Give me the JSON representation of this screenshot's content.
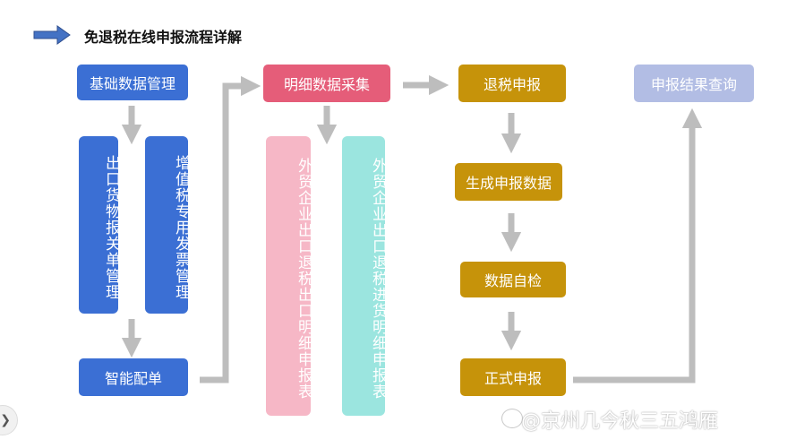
{
  "title": "免退税在线申报流程详解",
  "colors": {
    "blue": "#3b6fd4",
    "pink": "#e55d79",
    "lightpink": "#f6b7c6",
    "teal": "#9be5df",
    "gold": "#c6930a",
    "lavender": "#b2bde4",
    "arrow": "#bdbdbd",
    "title_arrow": "#4472c4"
  },
  "nodes": {
    "base_data": "基础数据管理",
    "export_customs": "出口货物报关单管理",
    "vat_invoice": "增值税专用发票管理",
    "smart_match": "智能配单",
    "detail_collect": "明细数据采集",
    "export_detail": "外贸企业出口退税出口明细申报表",
    "purchase_detail": "外贸企业出口退税进货明细申报表",
    "refund_declare": "退税申报",
    "generate_data": "生成申报数据",
    "self_check": "数据自检",
    "formal_declare": "正式申报",
    "result_query": "申报结果查询"
  },
  "watermark": "@京州几今秋三五鸿雁",
  "nav": {
    "arrow_icon": "chevron-right-icon"
  }
}
